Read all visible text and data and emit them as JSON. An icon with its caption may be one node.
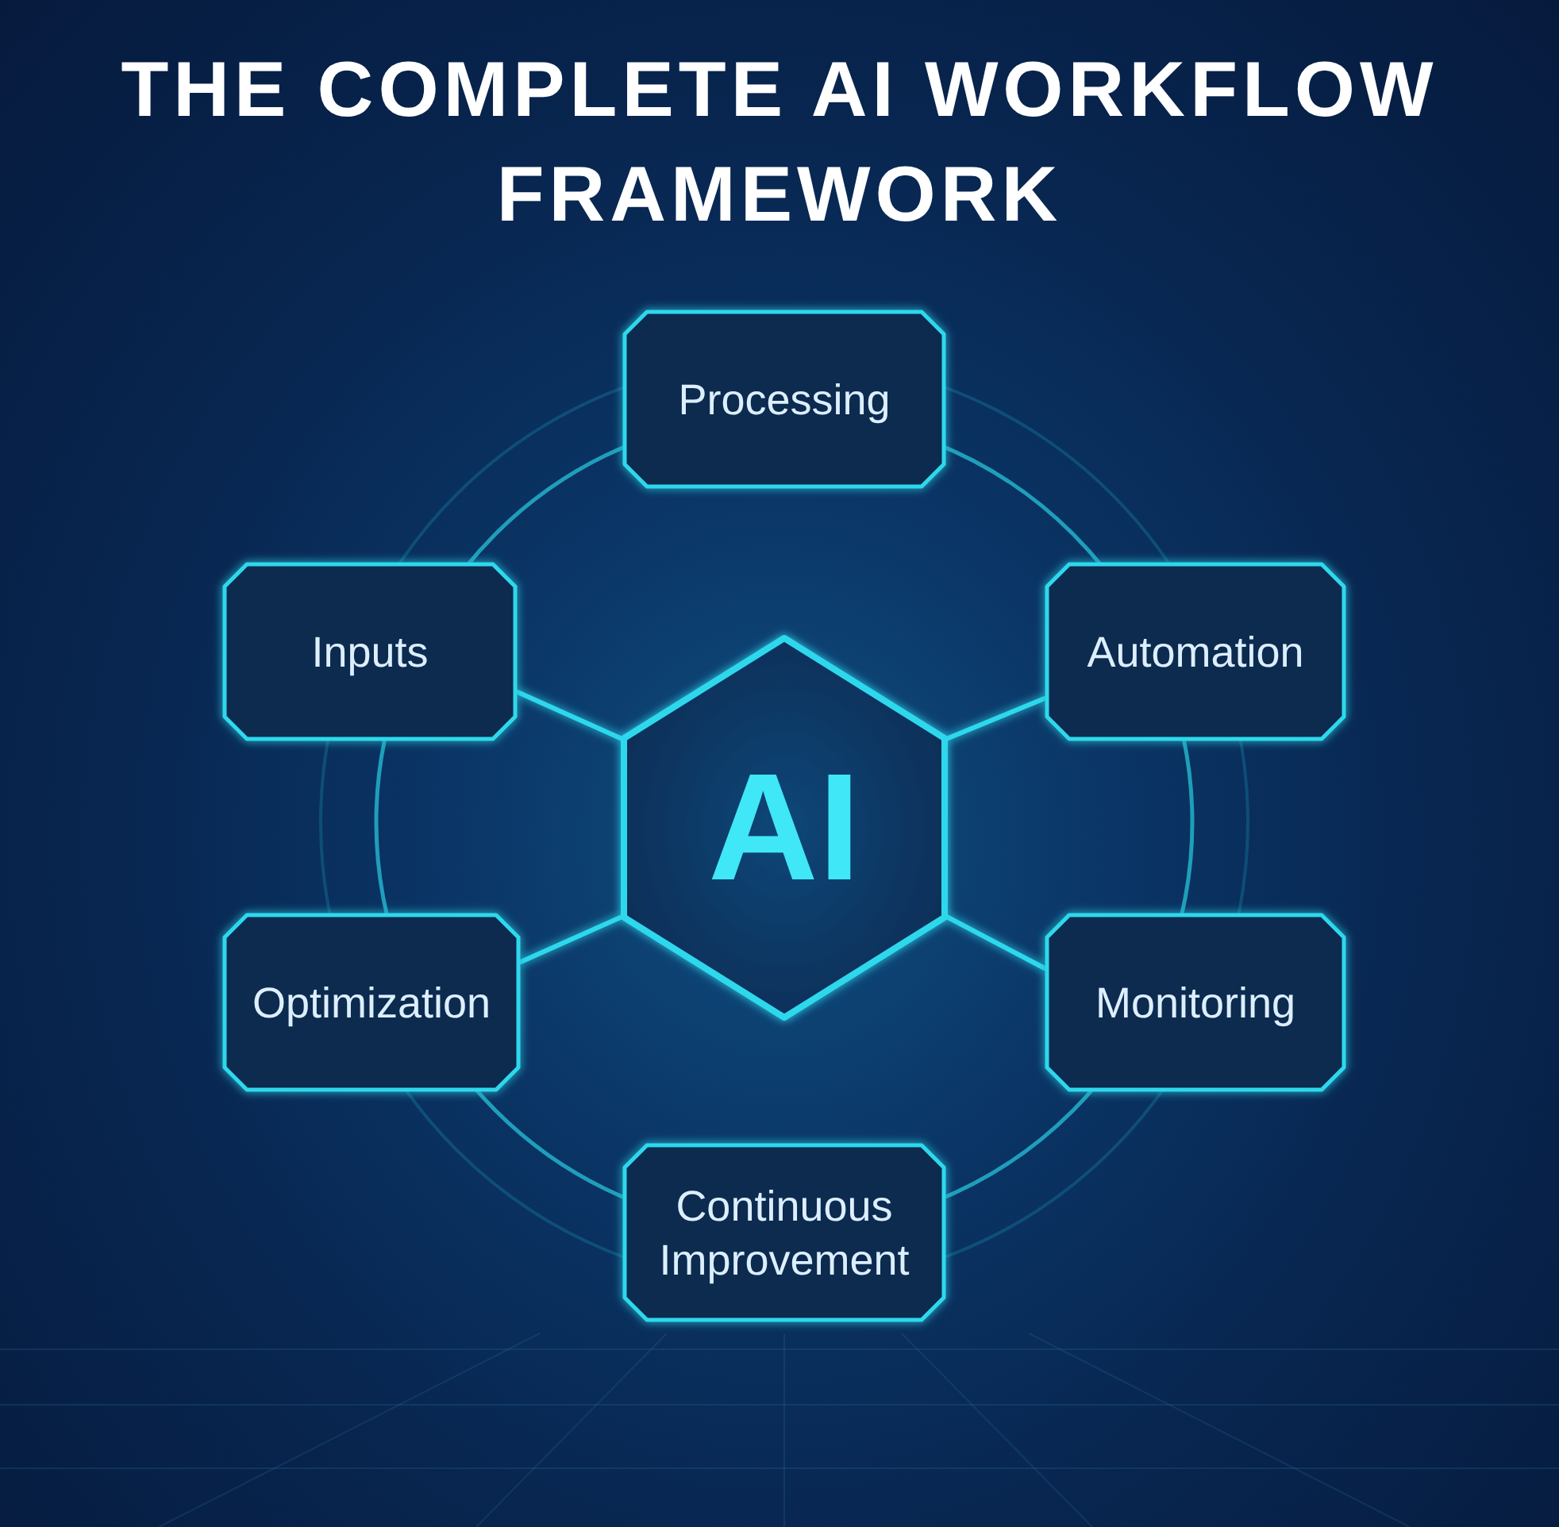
{
  "diagram": {
    "title": "THE COMPLETE AI WORKFLOW FRAMEWORK",
    "nodes": [
      {
        "text": [
          "Processing"
        ]
      },
      {
        "text": [
          "Inputs"
        ]
      },
      {
        "text": [
          "Automation"
        ]
      },
      {
        "text": [
          "AI"
        ]
      },
      {
        "text": [
          "Optimization"
        ]
      },
      {
        "text": [
          "Monitoring"
        ]
      },
      {
        "text": [
          "Continuous Improvement"
        ]
      }
    ],
    "edges": [
      {
        "from": 3,
        "to": 0,
        "arrow": "none"
      },
      {
        "from": 3,
        "to": 1,
        "arrow": "none"
      },
      {
        "from": 3,
        "to": 2,
        "arrow": "none"
      },
      {
        "from": 3,
        "to": 4,
        "arrow": "none"
      },
      {
        "from": 3,
        "to": 5,
        "arrow": "none"
      },
      {
        "from": 3,
        "to": 6,
        "arrow": "none"
      }
    ]
  }
}
